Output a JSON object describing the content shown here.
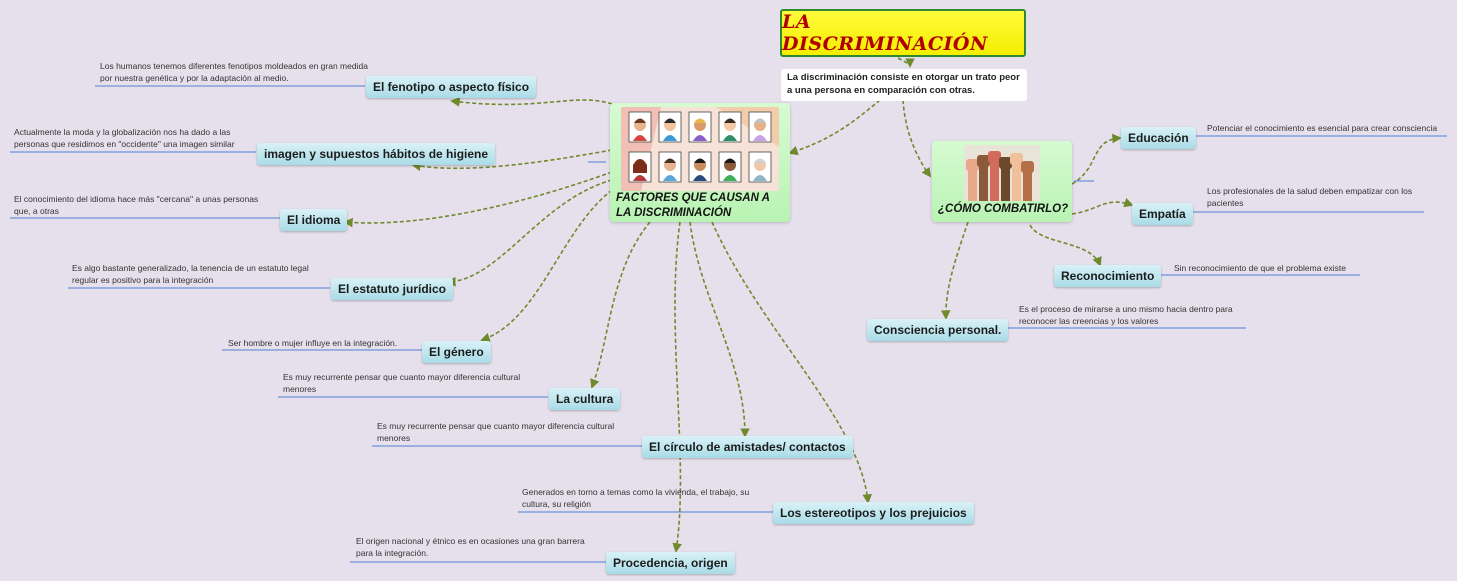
{
  "title": "LA DISCRIMINACIÓN",
  "definition": "La discriminación consiste en otorgar un trato peor a una persona en comparación con otras.",
  "factores": {
    "label": "FACTORES QUE CAUSAN A LA DISCRIMINACIÓN",
    "image": "faces-grid-illustration",
    "items": [
      {
        "label": "El fenotipo o aspecto físico",
        "note": "Los humanos tenemos diferentes fenotipos moldeados en gran medida por nuestra genética y por la adaptación al medio."
      },
      {
        "label": "imagen y supuestos hábitos de higiene",
        "note": "Actualmente la moda y la globalización nos ha dado a las personas que residimos en \"occidente\" una imagen similar"
      },
      {
        "label": "El idioma",
        "note": "El conocimiento del idioma hace más \"cercana\" a unas personas que, a otras"
      },
      {
        "label": "El estatuto jurídico",
        "note": "Es algo bastante generalizado, la tenencia de un estatuto legal regular es positivo para la integración"
      },
      {
        "label": "El género",
        "note": "Ser hombre o mujer influye en la integración."
      },
      {
        "label": "La cultura",
        "note": "Es muy recurrente pensar que cuanto mayor diferencia cultural menores"
      },
      {
        "label": "El círculo de amistades/ contactos",
        "note": "Es muy recurrente pensar que cuanto mayor diferencia cultural menores"
      },
      {
        "label": "Los estereotipos y los prejuicios",
        "note": "Generados en torno a temas como la vivienda, el trabajo, su cultura, su religión"
      },
      {
        "label": "Procedencia, origen",
        "note": "El origen nacional y étnico es en ocasiones una gran barrera para la integración."
      }
    ]
  },
  "combatir": {
    "label": "¿CÓMO COMBATIRLO?",
    "image": "raised-fists-illustration",
    "items": [
      {
        "label": "Educación",
        "note": "Potenciar el conocimiento es esencial para crear consciencia"
      },
      {
        "label": "Empatía",
        "note": "Los profesionales de la salud deben empatizar con los pacientes"
      },
      {
        "label": "Reconocimiento",
        "note": "Sin reconocimiento de que el problema existe"
      },
      {
        "label": "Consciencia personal.",
        "note": "Es el proceso de mirarse a uno mismo hacia dentro para reconocer las creencias  y los valores"
      }
    ]
  },
  "colors": {
    "connector": "#6e8a2c",
    "note_line": "#4d7fd3",
    "title_text": "#b00000",
    "title_bg": "#f7f200"
  }
}
